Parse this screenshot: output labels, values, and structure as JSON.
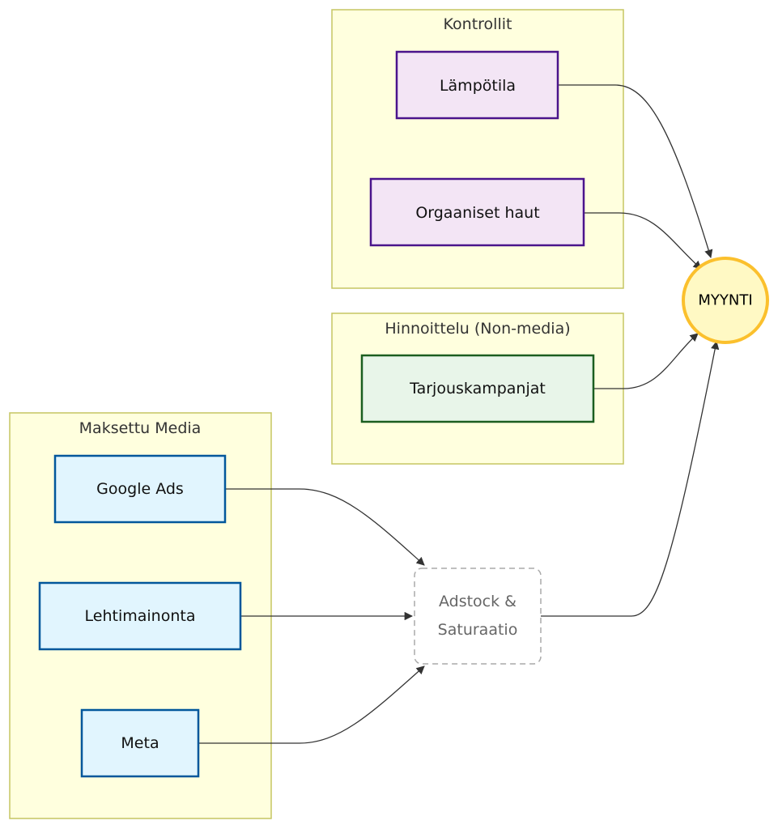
{
  "clusters": {
    "controls": {
      "label": "Kontrollit"
    },
    "pricing": {
      "label": "Hinnoittelu (Non-media)"
    },
    "paid_media": {
      "label": "Maksettu Media"
    }
  },
  "nodes": {
    "temperature": {
      "label": "Lämpötila"
    },
    "organic": {
      "label": "Orgaaniset haut"
    },
    "promotions": {
      "label": "Tarjouskampanjat"
    },
    "google": {
      "label": "Google Ads"
    },
    "print": {
      "label": "Lehtimainonta"
    },
    "meta": {
      "label": "Meta"
    },
    "adstock": {
      "label_line1": "Adstock &",
      "label_line2": "Saturaatio"
    },
    "sales": {
      "label": "MYYNTI"
    }
  },
  "edges": [
    {
      "from": "Lämpötila",
      "to": "MYYNTI"
    },
    {
      "from": "Orgaaniset haut",
      "to": "MYYNTI"
    },
    {
      "from": "Tarjouskampanjat",
      "to": "MYYNTI"
    },
    {
      "from": "Google Ads",
      "to": "Adstock & Saturaatio"
    },
    {
      "from": "Lehtimainonta",
      "to": "Adstock & Saturaatio"
    },
    {
      "from": "Meta",
      "to": "Adstock & Saturaatio"
    },
    {
      "from": "Adstock & Saturaatio",
      "to": "MYYNTI"
    }
  ],
  "colors": {
    "cluster_fill": "#ffffde",
    "cluster_stroke": "#c5c562",
    "controls_fill": "#f3e5f5",
    "controls_stroke": "#4a148c",
    "pricing_fill": "#e8f5e9",
    "pricing_stroke": "#1b5e20",
    "media_fill": "#e1f5fe",
    "media_stroke": "#01579b",
    "target_fill": "#fff9c4",
    "target_stroke": "#fbc02d"
  }
}
